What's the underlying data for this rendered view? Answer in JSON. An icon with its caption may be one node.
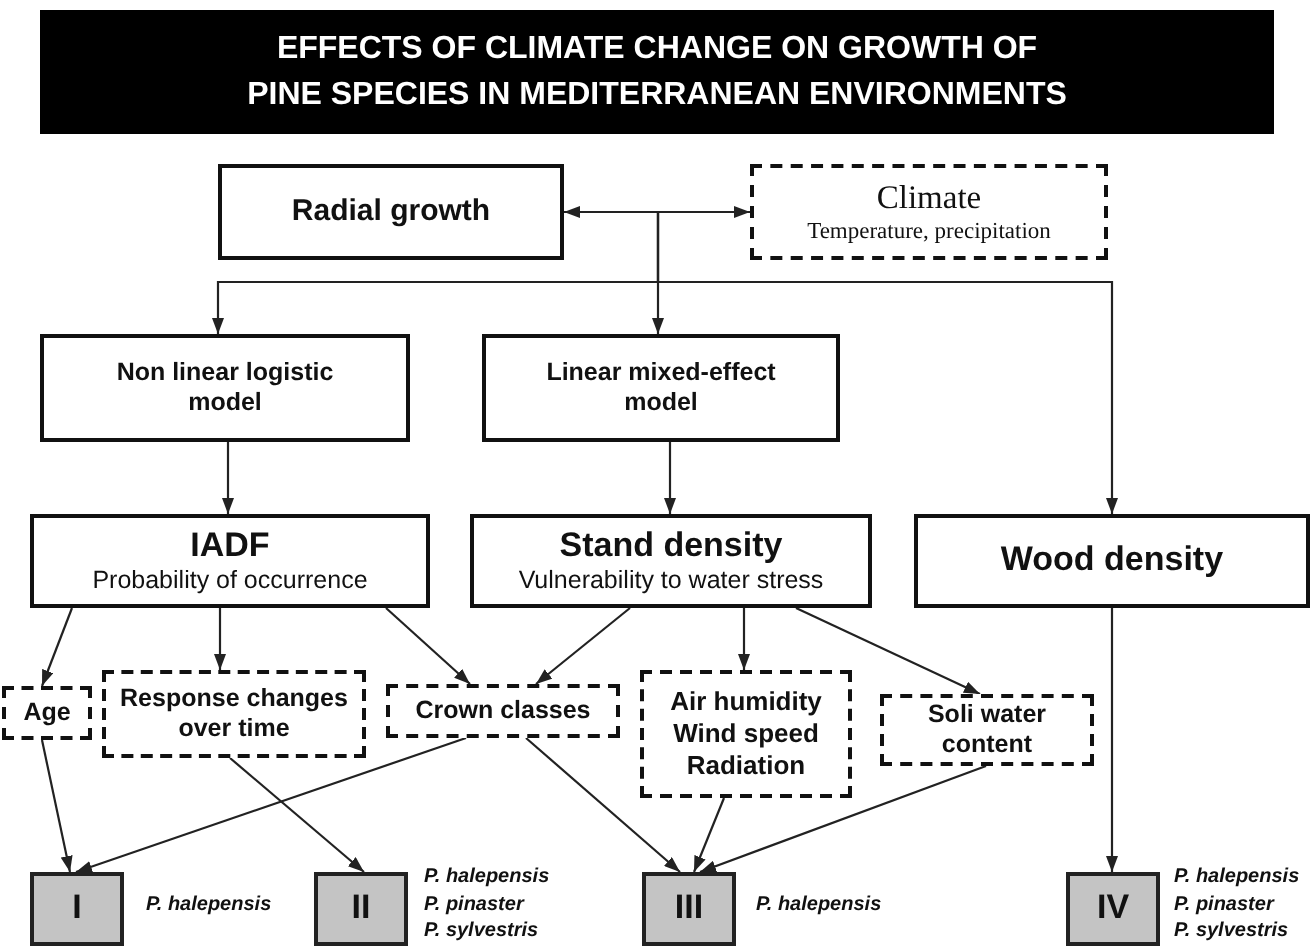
{
  "diagram": {
    "title": "EFFECTS OF CLIMATE CHANGE ON GROWTH OF PINE SPECIES IN MEDITERRANEAN ENVIRONMENTS",
    "nodes": [
      {
        "text": [
          "Radial growth"
        ]
      },
      {
        "text": [
          "Climate",
          "Temperature, precipitation"
        ]
      },
      {
        "text": [
          "Non linear logistic model"
        ]
      },
      {
        "text": [
          "Linear mixed-effect model"
        ]
      },
      {
        "text": [
          "IADF",
          "Probability of occurrence"
        ]
      },
      {
        "text": [
          "Stand density",
          "Vulnerability to water stress"
        ]
      },
      {
        "text": [
          "Wood density"
        ]
      },
      {
        "text": [
          "Age"
        ]
      },
      {
        "text": [
          "Response changes over time"
        ]
      },
      {
        "text": [
          "Crown classes"
        ]
      },
      {
        "text": [
          "Air humidity",
          "Wind speed",
          "Radiation"
        ]
      },
      {
        "text": [
          "Soli water content"
        ]
      },
      {
        "text": [
          "I"
        ],
        "beside": [
          "P. halepensis"
        ]
      },
      {
        "text": [
          "II"
        ],
        "beside": [
          "P. halepensis",
          "P. pinaster",
          "P. sylvestris"
        ]
      },
      {
        "text": [
          "III"
        ],
        "beside": [
          "P. halepensis"
        ]
      },
      {
        "text": [
          "IV"
        ],
        "beside": [
          "P. halepensis",
          "P. pinaster",
          "P. sylvestris"
        ]
      }
    ],
    "edges": [
      {
        "from": 0,
        "to": 1,
        "arrow": "both"
      },
      {
        "from": null,
        "to": 3,
        "arrow": "to"
      },
      {
        "from": null,
        "to": 2,
        "arrow": "to"
      },
      {
        "from": null,
        "to": 6,
        "arrow": "to"
      },
      {
        "from": 2,
        "to": 4,
        "arrow": "to"
      },
      {
        "from": 3,
        "to": 5,
        "arrow": "to"
      },
      {
        "from": 4,
        "to": 7,
        "arrow": "to"
      },
      {
        "from": 4,
        "to": 8,
        "arrow": "to"
      },
      {
        "from": 4,
        "to": 9,
        "arrow": "to"
      },
      {
        "from": 5,
        "to": 9,
        "arrow": "to"
      },
      {
        "from": 5,
        "to": 10,
        "arrow": "to"
      },
      {
        "from": 5,
        "to": 11,
        "arrow": "to"
      },
      {
        "from": 6,
        "to": 15,
        "arrow": "to"
      },
      {
        "from": 7,
        "to": 12,
        "arrow": "to"
      },
      {
        "from": 9,
        "to": 12,
        "arrow": "to"
      },
      {
        "from": 8,
        "to": 13,
        "arrow": "to"
      },
      {
        "from": 9,
        "to": 14,
        "arrow": "to"
      },
      {
        "from": 10,
        "to": 14,
        "arrow": "to"
      },
      {
        "from": 11,
        "to": 14,
        "arrow": "to"
      }
    ]
  }
}
